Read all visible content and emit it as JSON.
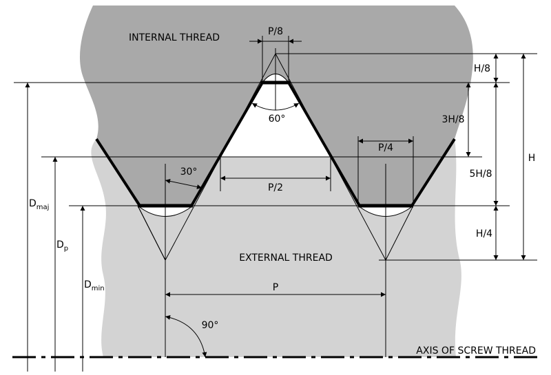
{
  "regions": {
    "internal": "INTERNAL THREAD",
    "external": "EXTERNAL THREAD"
  },
  "dimensions": {
    "p_over_8": "P/8",
    "p_over_4": "P/4",
    "p_over_2": "P/2",
    "p": "P",
    "h_over_8": "H/8",
    "three_h_over_8": "3H/8",
    "five_h_over_8": "5H/8",
    "h_over_4": "H/4",
    "h": "H"
  },
  "angles": {
    "sixty": "60°",
    "thirty": "30°",
    "ninety": "90°"
  },
  "diameters": {
    "major": {
      "symbol": "D",
      "sub": "maj"
    },
    "pitch": {
      "symbol": "D",
      "sub": "p"
    },
    "minor": {
      "symbol": "D",
      "sub": "min"
    }
  },
  "axis_label": "AXIS OF SCREW THREAD",
  "colors": {
    "internal_fill": "#a9a9a9",
    "external_fill": "#d3d3d3",
    "line": "#000000"
  }
}
